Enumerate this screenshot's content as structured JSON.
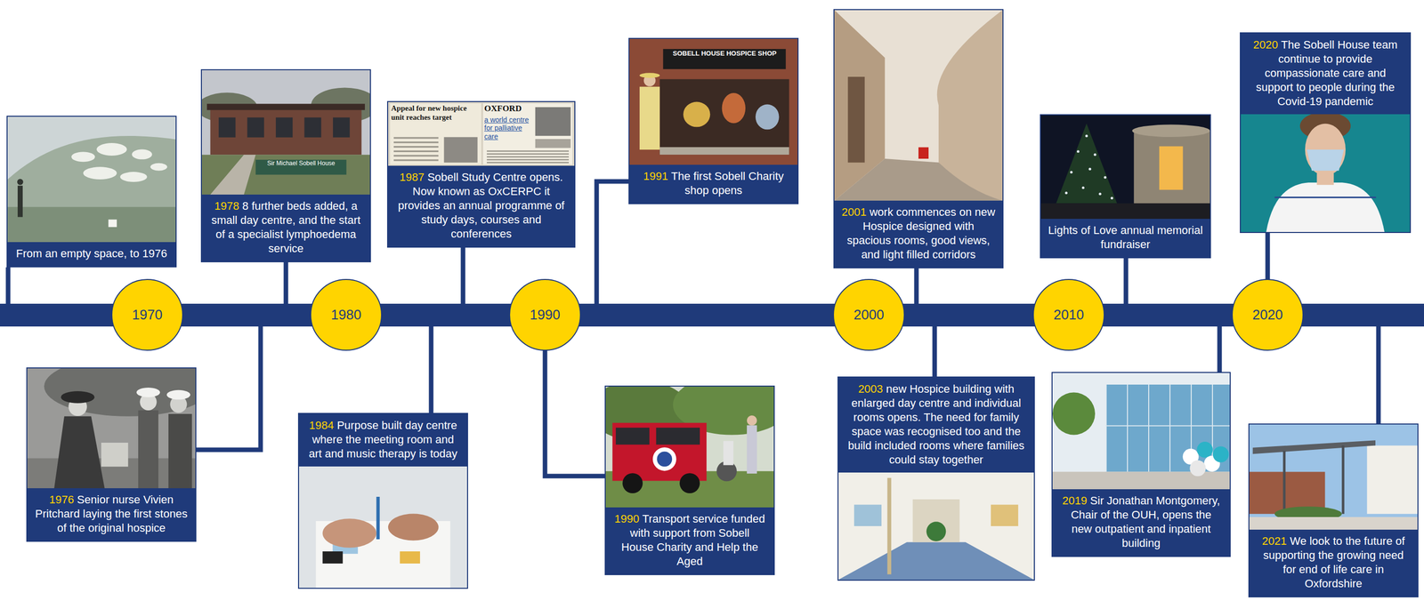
{
  "diagram": {
    "nodes": [
      {
        "text": [
          "From an empty space, to 1976"
        ]
      },
      {
        "text": [
          "1970"
        ]
      },
      {
        "text": [
          "1976",
          "Senior nurse Vivien Pritchard laying the first stones of the original hospice"
        ]
      },
      {
        "text": [
          "1978",
          "8 further beds added, a small day centre, and the start of a specialist lymphoedema service"
        ]
      },
      {
        "text": [
          "1980"
        ]
      },
      {
        "text": [
          "1984",
          "Purpose built day centre where the meeting room and art and music therapy is today"
        ]
      },
      {
        "text": [
          "1987",
          "Sobell Study Centre opens. Now known as OxCERPC it provides an annual programme of study days, courses and conferences"
        ]
      },
      {
        "text": [
          "1990"
        ]
      },
      {
        "text": [
          "1990",
          "Transport service funded with support from Sobell House Charity and Help the Aged"
        ]
      },
      {
        "text": [
          "1991",
          "The first Sobell Charity shop opens"
        ]
      },
      {
        "text": [
          "2000"
        ]
      },
      {
        "text": [
          "2001",
          "work commences on new Hospice designed with spacious rooms, good views, and light filled corridors"
        ]
      },
      {
        "text": [
          "2003",
          "new Hospice building with enlarged day centre and individual rooms opens. The need for family space was recognised too and the build included rooms where families could stay together"
        ]
      },
      {
        "text": [
          "2010"
        ]
      },
      {
        "text": [
          "Lights of Love annual memorial fundraiser"
        ]
      },
      {
        "text": [
          "2019",
          "Sir Jonathan Montgomery, Chair of the OUH, opens the new outpatient and inpatient building"
        ]
      },
      {
        "text": [
          "2020"
        ]
      },
      {
        "text": [
          "2020",
          "The Sobell House team continue to provide compassionate care and support to people during the Covid-19 pandemic"
        ]
      },
      {
        "text": [
          "2021",
          "We look to the future of supporting the growing need for end of life care in Oxfordshire"
        ]
      }
    ],
    "labels": [
      "Sir Michael Sobell House",
      "Appeal for new hospice unit reaches target",
      "OXFORD",
      "a world centre for palliative care",
      "SOBELL HOUSE HOSPICE SHOP"
    ]
  }
}
